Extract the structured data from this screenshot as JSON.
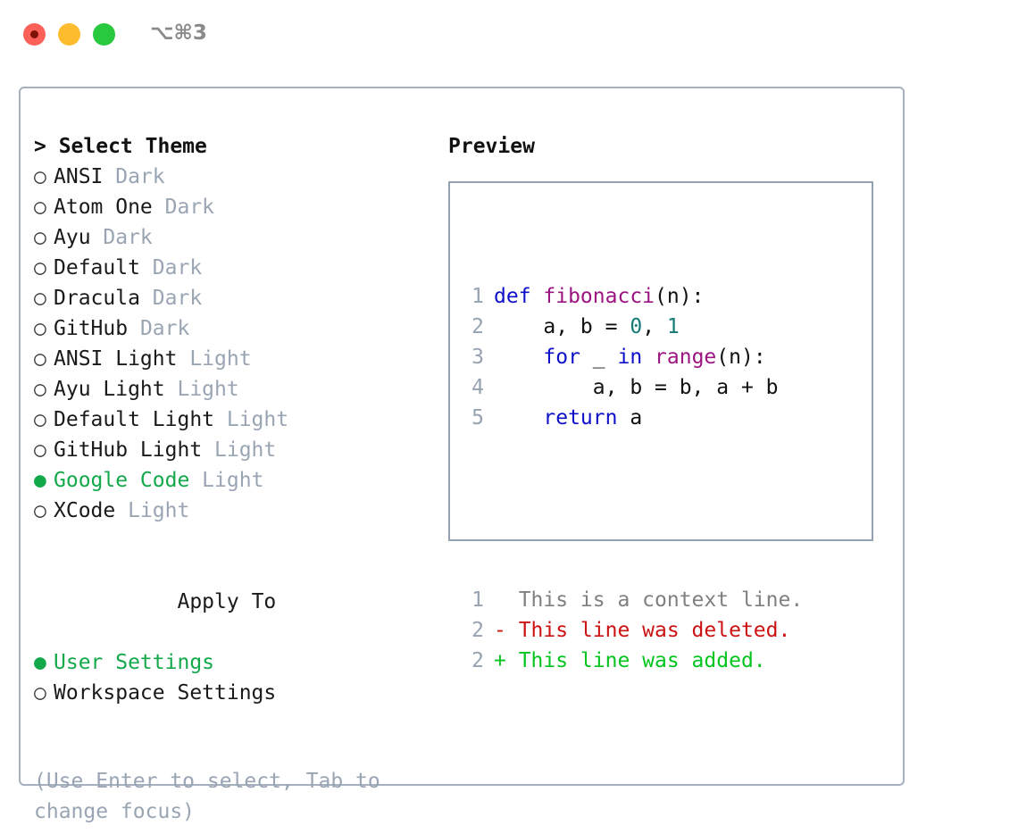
{
  "titlebar": {
    "shortcut": "⌥⌘3",
    "buttons": [
      {
        "name": "close",
        "color": "#fc6159"
      },
      {
        "name": "minimize",
        "color": "#fcbc2e"
      },
      {
        "name": "maximize",
        "color": "#28c83f"
      }
    ]
  },
  "theme_section": {
    "header": "> Select Theme",
    "items": [
      {
        "marker": "○",
        "name": "ANSI",
        "variant": "Dark",
        "selected": false
      },
      {
        "marker": "○",
        "name": "Atom One",
        "variant": "Dark",
        "selected": false
      },
      {
        "marker": "○",
        "name": "Ayu",
        "variant": "Dark",
        "selected": false
      },
      {
        "marker": "○",
        "name": "Default",
        "variant": "Dark",
        "selected": false
      },
      {
        "marker": "○",
        "name": "Dracula",
        "variant": "Dark",
        "selected": false
      },
      {
        "marker": "○",
        "name": "GitHub",
        "variant": "Dark",
        "selected": false
      },
      {
        "marker": "○",
        "name": "ANSI Light",
        "variant": "Light",
        "selected": false
      },
      {
        "marker": "○",
        "name": "Ayu Light",
        "variant": "Light",
        "selected": false
      },
      {
        "marker": "○",
        "name": "Default Light",
        "variant": "Light",
        "selected": false
      },
      {
        "marker": "○",
        "name": "GitHub Light",
        "variant": "Light",
        "selected": false
      },
      {
        "marker": "●",
        "name": "Google Code",
        "variant": "Light",
        "selected": true
      },
      {
        "marker": "○",
        "name": "XCode",
        "variant": "Light",
        "selected": false
      }
    ]
  },
  "apply_section": {
    "header": "Apply To",
    "items": [
      {
        "marker": "●",
        "name": "User Settings",
        "selected": true
      },
      {
        "marker": "○",
        "name": "Workspace Settings",
        "selected": false
      }
    ]
  },
  "hint": "(Use Enter to select, Tab to change focus)",
  "preview": {
    "title": "Preview",
    "code_lines": [
      {
        "no": "1",
        "tokens": [
          {
            "t": "def ",
            "c": "kw"
          },
          {
            "t": "fibonacci",
            "c": "fn"
          },
          {
            "t": "(n):",
            "c": "pl"
          }
        ]
      },
      {
        "no": "2",
        "tokens": [
          {
            "t": "    a, b = ",
            "c": "pl"
          },
          {
            "t": "0",
            "c": "num"
          },
          {
            "t": ", ",
            "c": "pl"
          },
          {
            "t": "1",
            "c": "num"
          }
        ]
      },
      {
        "no": "3",
        "tokens": [
          {
            "t": "    ",
            "c": "pl"
          },
          {
            "t": "for",
            "c": "kw"
          },
          {
            "t": " _ ",
            "c": "pl"
          },
          {
            "t": "in",
            "c": "kw"
          },
          {
            "t": " ",
            "c": "pl"
          },
          {
            "t": "range",
            "c": "fn"
          },
          {
            "t": "(n):",
            "c": "pl"
          }
        ]
      },
      {
        "no": "4",
        "tokens": [
          {
            "t": "        a, b = b, a + b",
            "c": "pl"
          }
        ]
      },
      {
        "no": "5",
        "tokens": [
          {
            "t": "    ",
            "c": "pl"
          },
          {
            "t": "return",
            "c": "kw"
          },
          {
            "t": " a",
            "c": "pl"
          }
        ]
      }
    ],
    "diff_lines": [
      {
        "no": "1",
        "sign": "  ",
        "text": "This is a context line.",
        "kind": "ctx"
      },
      {
        "no": "2",
        "sign": "- ",
        "text": "This line was deleted.",
        "kind": "del"
      },
      {
        "no": "2",
        "sign": "+ ",
        "text": "This line was added.",
        "kind": "add"
      }
    ]
  },
  "colors": {
    "accent_green": "#13a94a",
    "muted": "#9aa5b4",
    "border": "#a7b0bf",
    "preview_border": "#93a1b0",
    "keyword": "#0d10c8",
    "function": "#9b1480",
    "number": "#137a77",
    "diff_context": "#808080",
    "diff_deleted": "#cc1212",
    "diff_added": "#04c41f"
  }
}
